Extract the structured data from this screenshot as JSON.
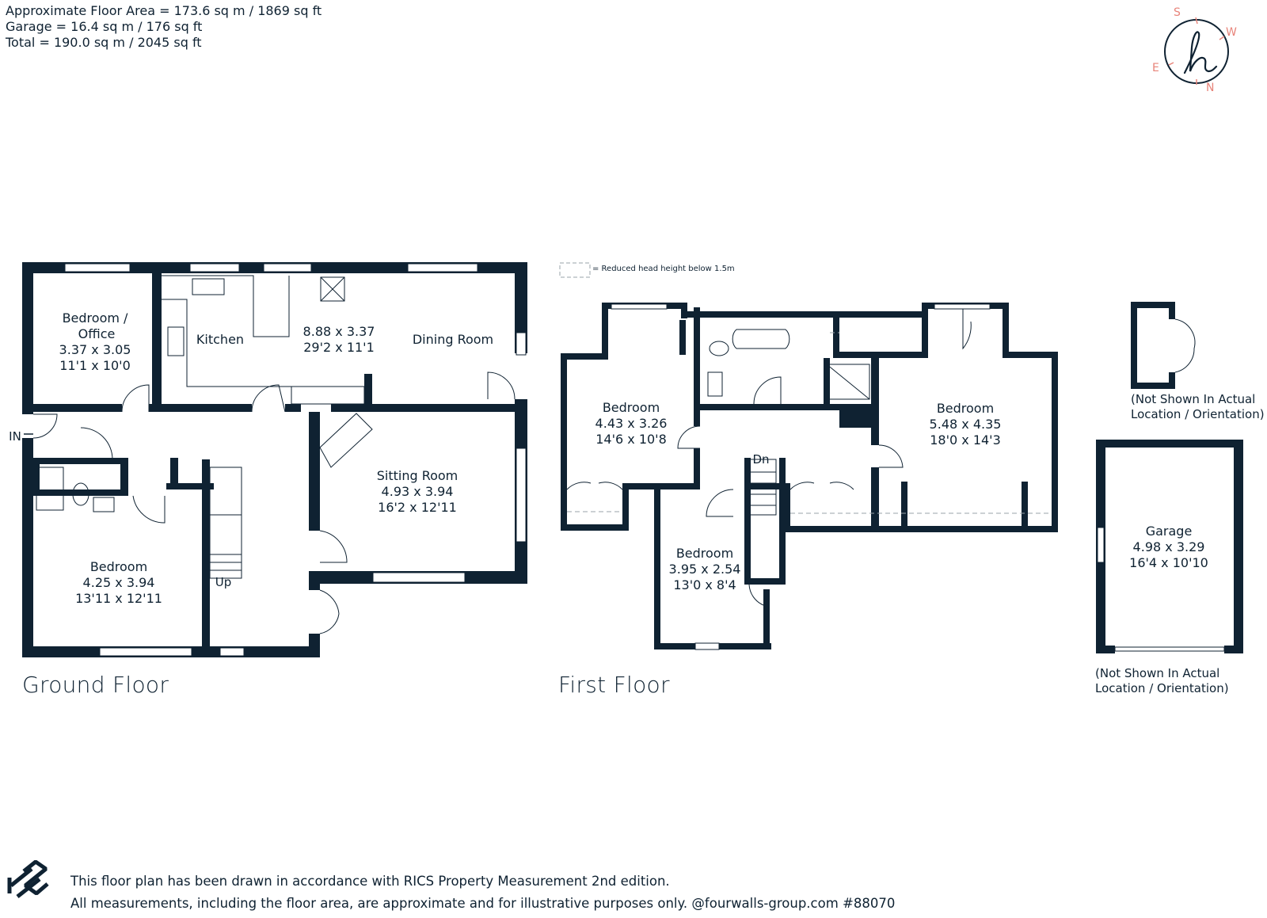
{
  "summary": {
    "floor_area": "Approximate Floor Area = 173.6 sq m / 1869 sq ft",
    "garage": "Garage = 16.4 sq m / 176 sq ft",
    "total": "Total = 190.0 sq m / 2045 sq ft"
  },
  "compass": {
    "s": "S",
    "w": "W",
    "e": "E",
    "n": "N",
    "logo_letter": "h",
    "accent_color": "#e8847a"
  },
  "legend": {
    "text": "= Reduced head height below 1.5m"
  },
  "ground_floor": {
    "title": "Ground Floor",
    "entry": "IN",
    "stairs": "Up",
    "rooms": {
      "bedroom_office": {
        "name1": "Bedroom /",
        "name2": "Office",
        "metric": "3.37 x 3.05",
        "imperial": "11'1 x 10'0"
      },
      "kitchen": {
        "name": "Kitchen"
      },
      "kitchen_dining": {
        "metric": "8.88 x 3.37",
        "imperial": "29'2 x 11'1"
      },
      "dining_room": {
        "name": "Dining Room"
      },
      "sitting_room": {
        "name": "Sitting Room",
        "metric": "4.93 x 3.94",
        "imperial": "16'2 x 12'11"
      },
      "bedroom": {
        "name": "Bedroom",
        "metric": "4.25 x 3.94",
        "imperial": "13'11 x 12'11"
      }
    }
  },
  "first_floor": {
    "title": "First Floor",
    "stairs": "Dn",
    "rooms": {
      "bedroom_left": {
        "name": "Bedroom",
        "metric": "4.43 x 3.26",
        "imperial": "14'6 x 10'8"
      },
      "bedroom_right": {
        "name": "Bedroom",
        "metric": "5.48 x 4.35",
        "imperial": "18'0 x 14'3"
      },
      "bedroom_small": {
        "name": "Bedroom",
        "metric": "3.95 x 2.54",
        "imperial": "13'0 x 8'4"
      }
    }
  },
  "annex_note": {
    "line1": "(Not Shown In Actual",
    "line2": "Location / Orientation)"
  },
  "garage": {
    "name": "Garage",
    "metric": "4.98 x 3.29",
    "imperial": "16'4 x 10'10",
    "note_line1": "(Not Shown In Actual",
    "note_line2": "Location / Orientation)"
  },
  "footer": {
    "line1": "This floor plan has been drawn in accordance with RICS Property Measurement 2nd edition.",
    "line2": "All measurements, including the floor area, are approximate and for illustrative purposes only. @fourwalls-group.com #88070"
  },
  "colors": {
    "wall": "#0f2232",
    "accent": "#e8847a"
  }
}
